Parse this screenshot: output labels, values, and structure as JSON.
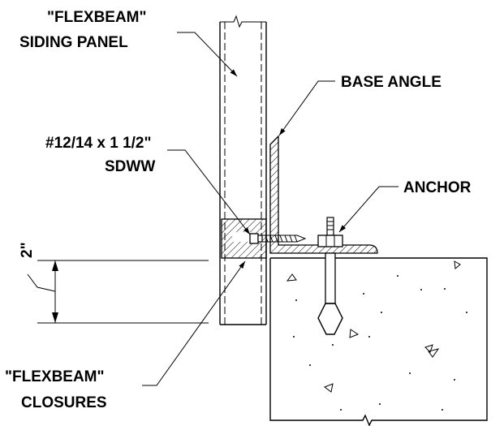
{
  "labels": {
    "siding_line1": "\"FLEXBEAM\"",
    "siding_line2": "SIDING PANEL",
    "base_angle": "BASE ANGLE",
    "screw_line1": "#12/14 x 1 1/2\"",
    "screw_line2": "SDWW",
    "anchor": "ANCHOR",
    "dimension": "2\"",
    "closures_line1": "\"FLEXBEAM\"",
    "closures_line2": "CLOSURES"
  }
}
